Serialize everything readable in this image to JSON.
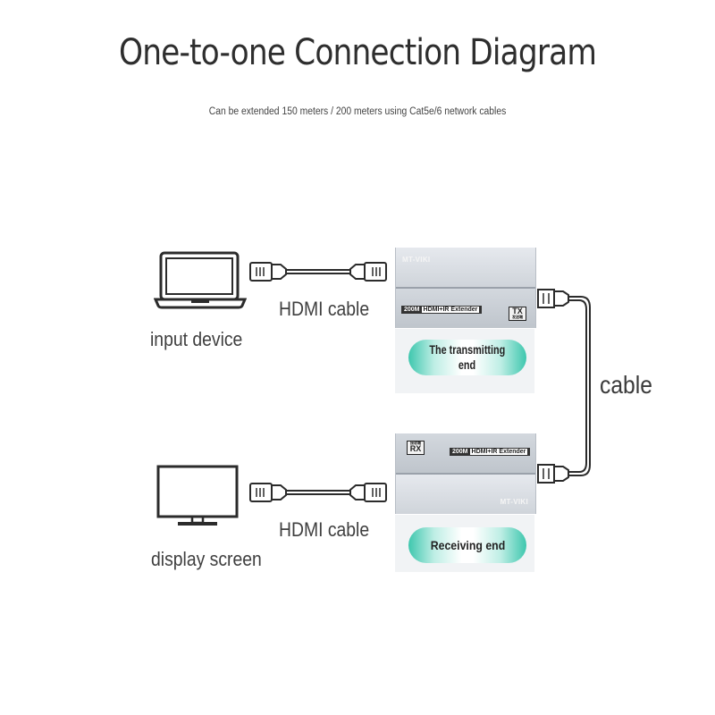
{
  "title": "One-to-one Connection Diagram",
  "subtitle": "Can be extended 150 meters / 200 meters using Cat5e/6 network cables",
  "input_device": {
    "label": "input device",
    "icon": "laptop-icon"
  },
  "display_device": {
    "label": "display screen",
    "icon": "monitor-icon"
  },
  "hdmi_top": {
    "label": "HDMI cable",
    "icon": "hdmi-cable-icon"
  },
  "hdmi_bottom": {
    "label": "HDMI cable",
    "icon": "hdmi-cable-icon"
  },
  "network_cable": {
    "label": "cable",
    "icon": "rj45-cable-icon"
  },
  "transmitter": {
    "brand": "MT-VIKI",
    "model_prefix": "200M",
    "model_name": "HDMI+IR Extender",
    "badge": "TX",
    "badge_sub": "发送端",
    "end_label_line1": "The transmitting",
    "end_label_line2": "end"
  },
  "receiver": {
    "brand": "MT-VIKI",
    "model_prefix": "200M",
    "model_name": "HDMI+IR Extender",
    "badge": "RX",
    "badge_sub": "接收端",
    "end_label": "Receiving end"
  },
  "colors": {
    "accent": "#3ec7ae",
    "device": "#cfd4da",
    "line": "#2b2b2b"
  }
}
